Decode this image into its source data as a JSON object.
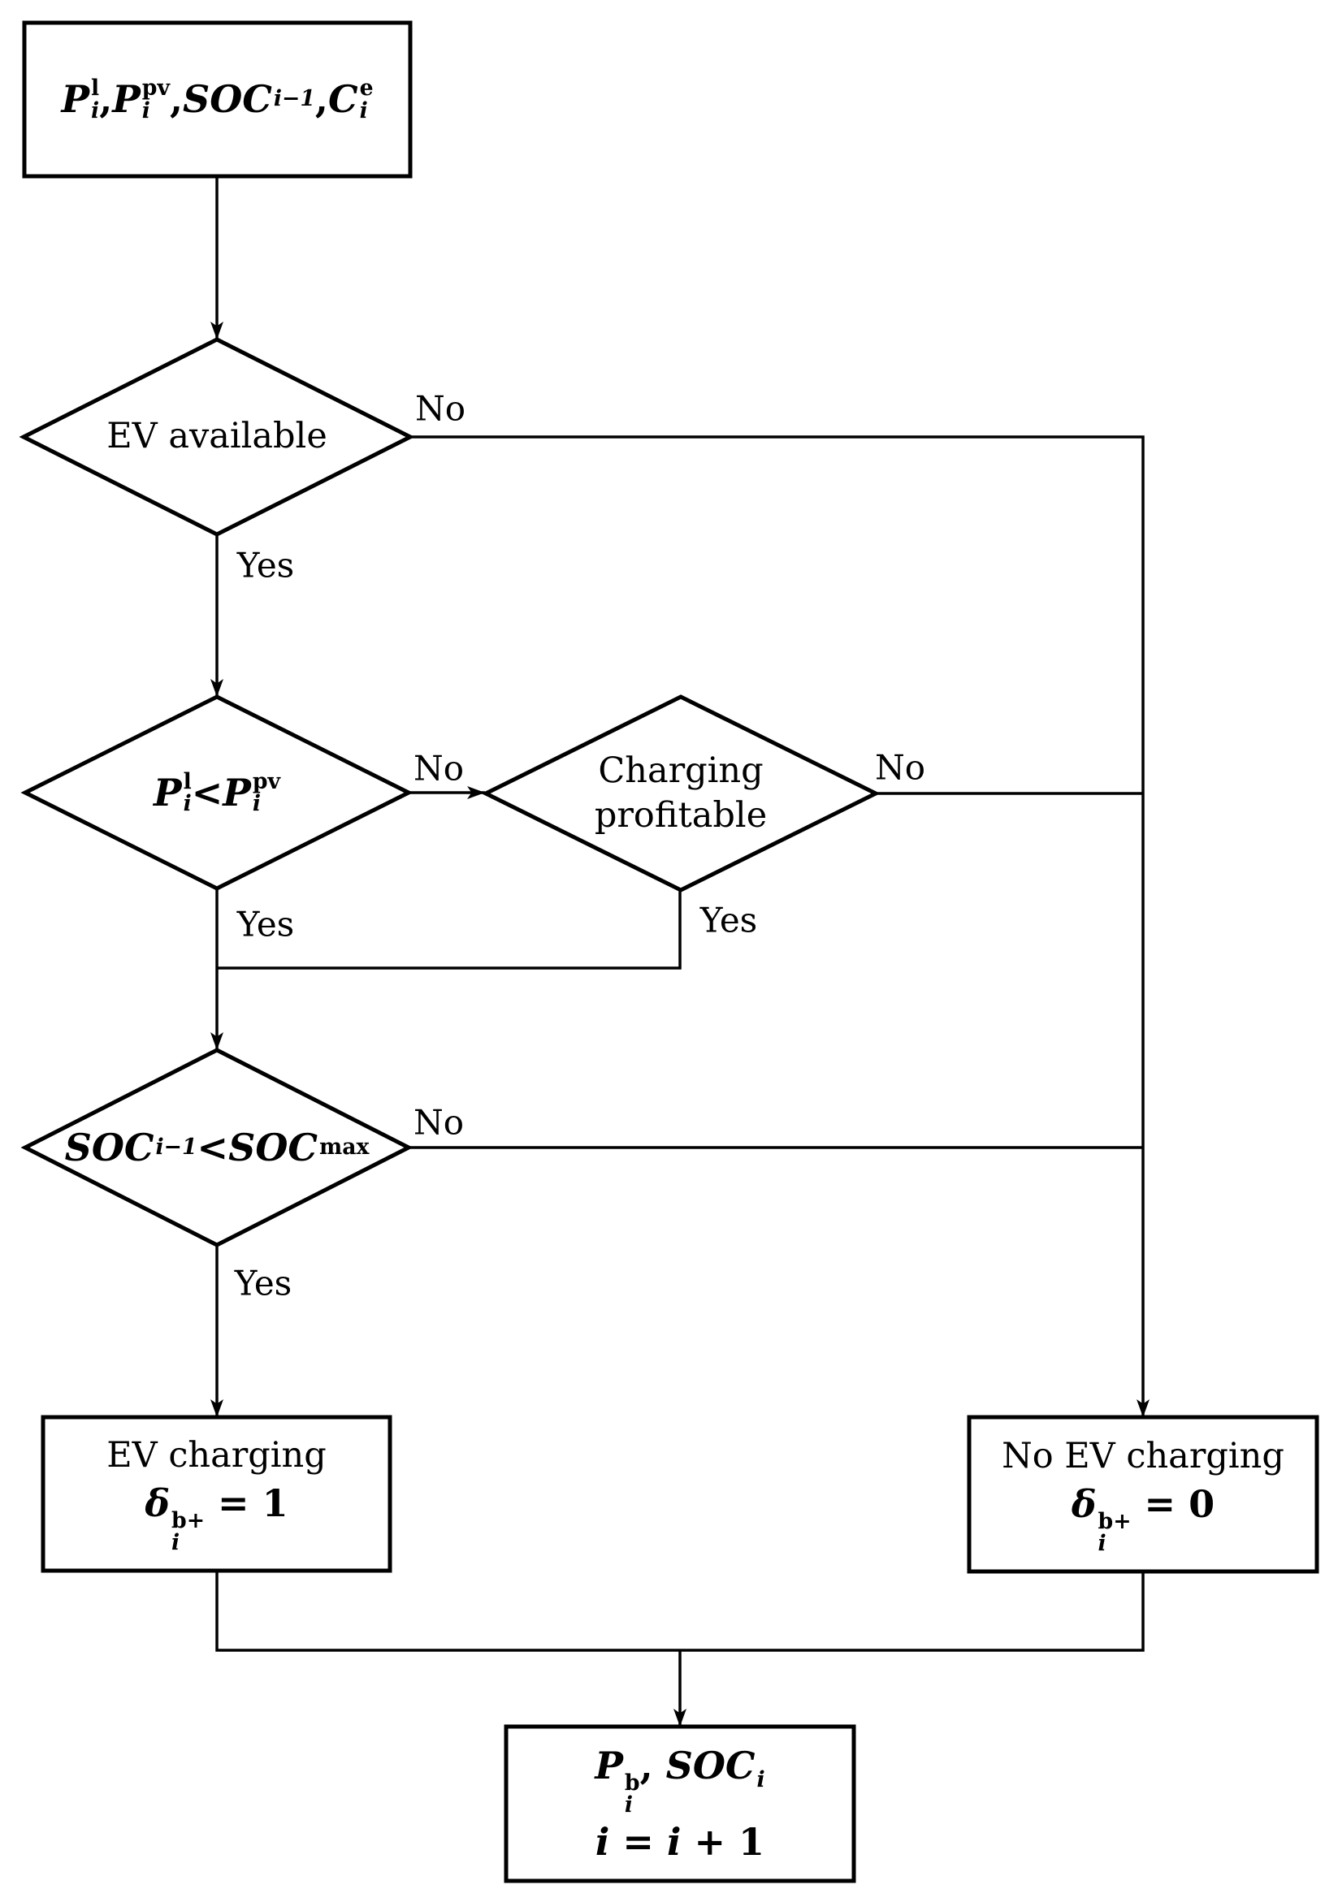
{
  "diagram_title": "EV charging decision flowchart",
  "colors": {
    "stroke": "#000000",
    "background": "#ffffff"
  },
  "labels": {
    "yes": "Yes",
    "no": "No"
  },
  "nodes": {
    "input": {
      "math": [
        {
          "b": "P",
          "sup": "l",
          "sub": "i"
        },
        {
          "t": ", ",
          "up": true
        },
        {
          "b": "P",
          "sup": "pv",
          "sub": "i"
        },
        {
          "t": ", ",
          "up": true
        },
        {
          "b": "SOC",
          "sub": "i−1"
        },
        {
          "t": ", ",
          "up": true
        },
        {
          "b": "C",
          "sup": "e",
          "sub": "i"
        }
      ]
    },
    "ev_available": {
      "label": "EV available"
    },
    "load_vs_pv": {
      "math": [
        {
          "b": "P",
          "sup": "l",
          "sub": "i"
        },
        {
          "t": " < ",
          "up": true
        },
        {
          "b": "P",
          "sup": "pv",
          "sub": "i"
        }
      ]
    },
    "charging_profitable": {
      "line1": "Charging",
      "line2": "profitable"
    },
    "soc_limit": {
      "math": [
        {
          "b": "SOC",
          "sub": "i−1"
        },
        {
          "t": " < ",
          "up": true
        },
        {
          "b": "SOC",
          "sup": "max"
        }
      ]
    },
    "ev_charging": {
      "label": "EV charging",
      "math": [
        {
          "b": "δ",
          "sup": "b+",
          "sub": "i"
        },
        {
          "t": " = 1",
          "up": true
        }
      ]
    },
    "no_ev_charging": {
      "label": "No EV charging",
      "math": [
        {
          "b": "δ",
          "sup": "b+",
          "sub": "i"
        },
        {
          "t": " = 0",
          "up": true
        }
      ]
    },
    "output": {
      "math1": [
        {
          "b": "P",
          "sup": "b",
          "sub": "i"
        },
        {
          "t": ", ",
          "up": true
        },
        {
          "b": "SOC",
          "sub": "i"
        }
      ],
      "math2": [
        {
          "b": "i"
        },
        {
          "t": " = ",
          "up": true
        },
        {
          "b": "i"
        },
        {
          "t": " + 1",
          "up": true
        }
      ]
    }
  }
}
